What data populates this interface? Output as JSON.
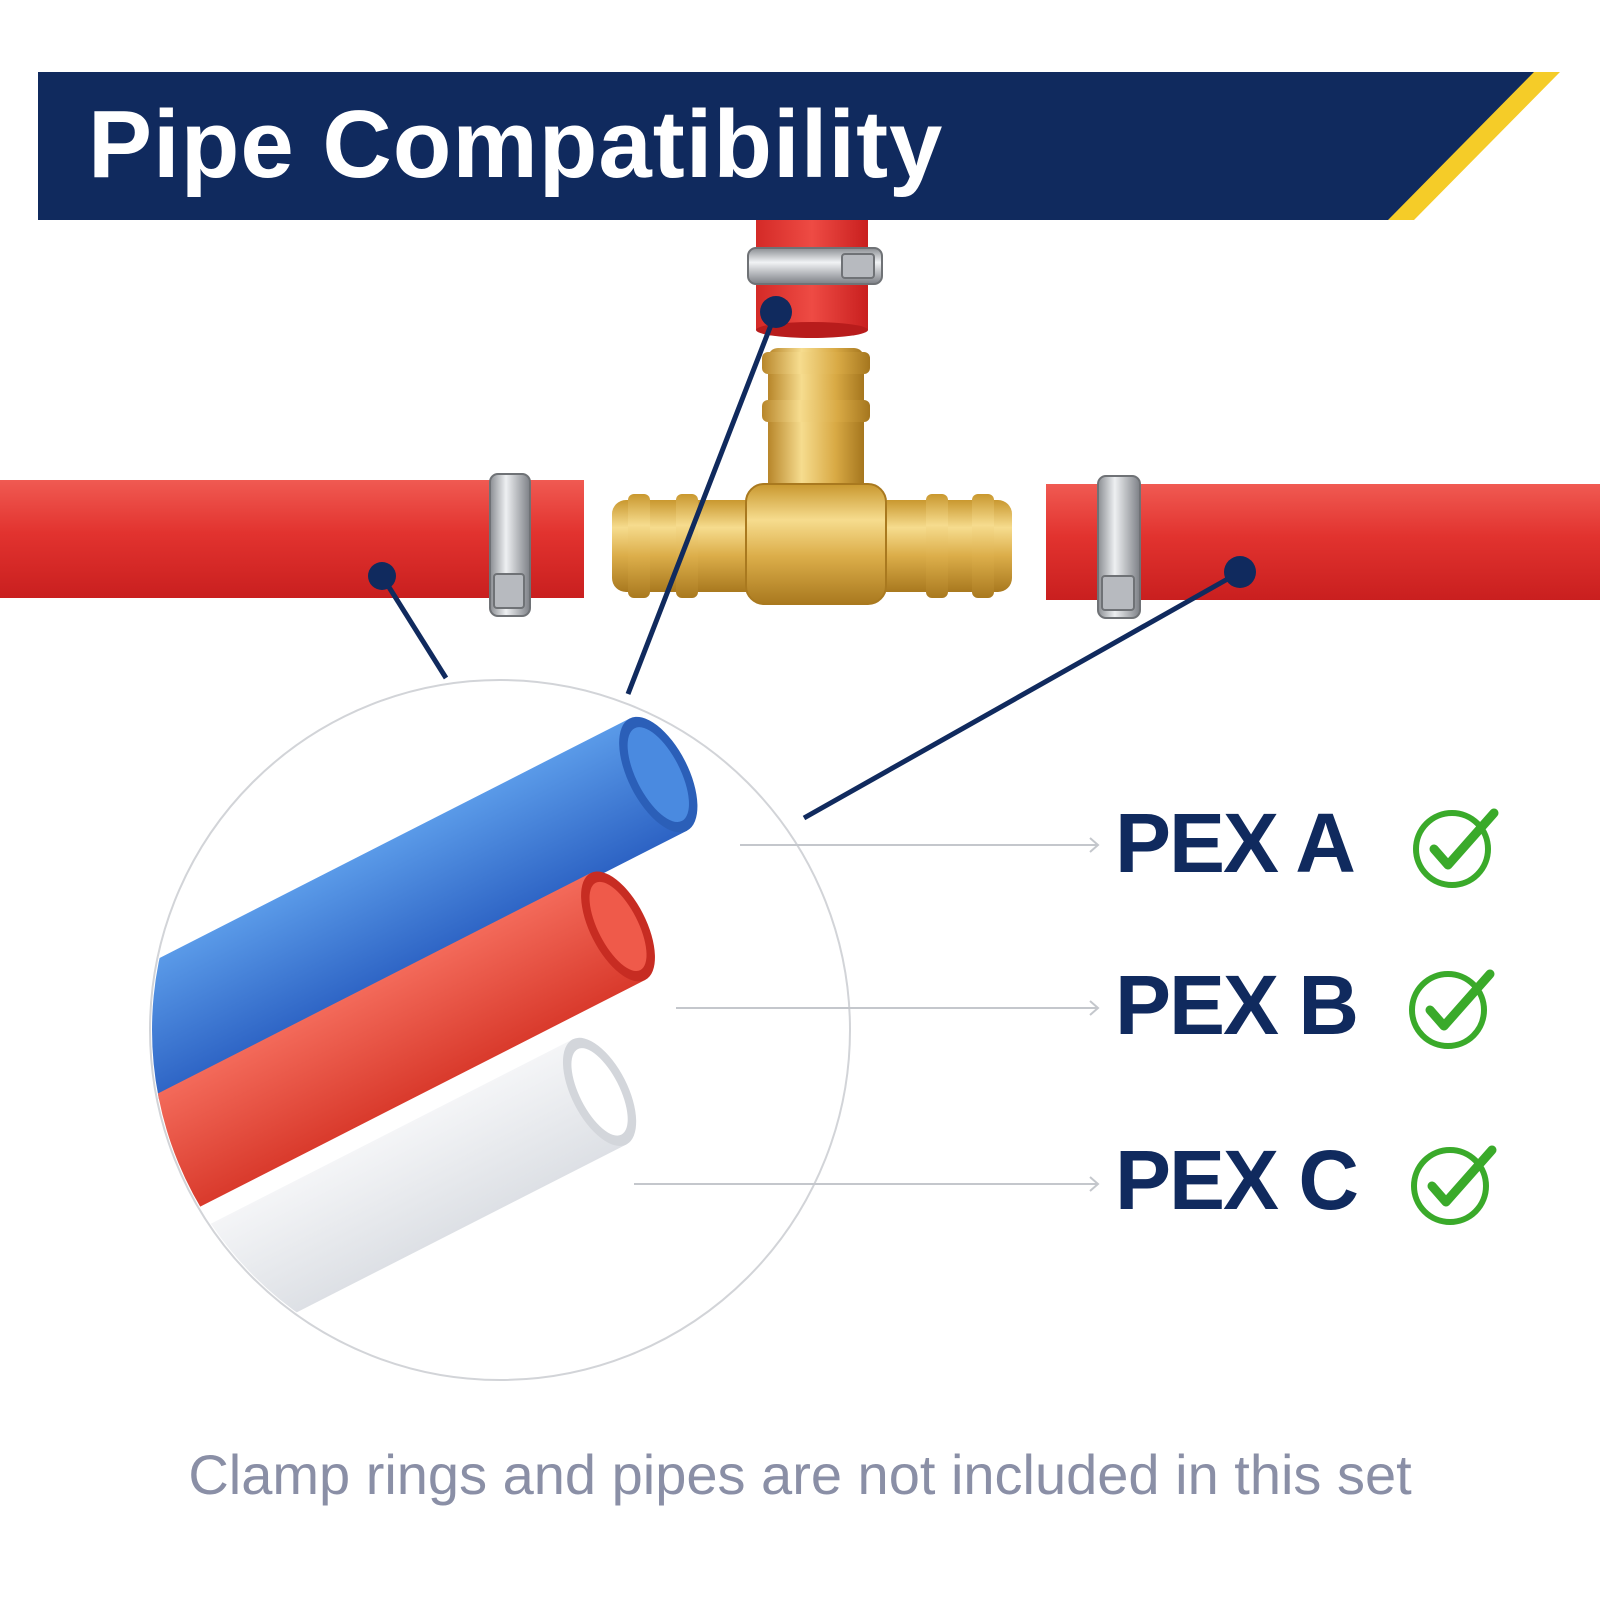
{
  "header": {
    "title": "Pipe Compatibility"
  },
  "compatibility": [
    {
      "label": "PEX A",
      "status": "compatible",
      "icon": "check-circle-icon"
    },
    {
      "label": "PEX B",
      "status": "compatible",
      "icon": "check-circle-icon"
    },
    {
      "label": "PEX C",
      "status": "compatible",
      "icon": "check-circle-icon"
    }
  ],
  "footnote": "Clamp rings and pipes are not included in this set",
  "colors": {
    "navy": "#102a5e",
    "accent_yellow": "#f5cc28",
    "pipe_red": "#e03a3a",
    "pipe_blue": "#3a7fd8",
    "brass": "#d9b24a",
    "check_green": "#3aaa2a",
    "footnote_gray": "#8a8fa6"
  }
}
